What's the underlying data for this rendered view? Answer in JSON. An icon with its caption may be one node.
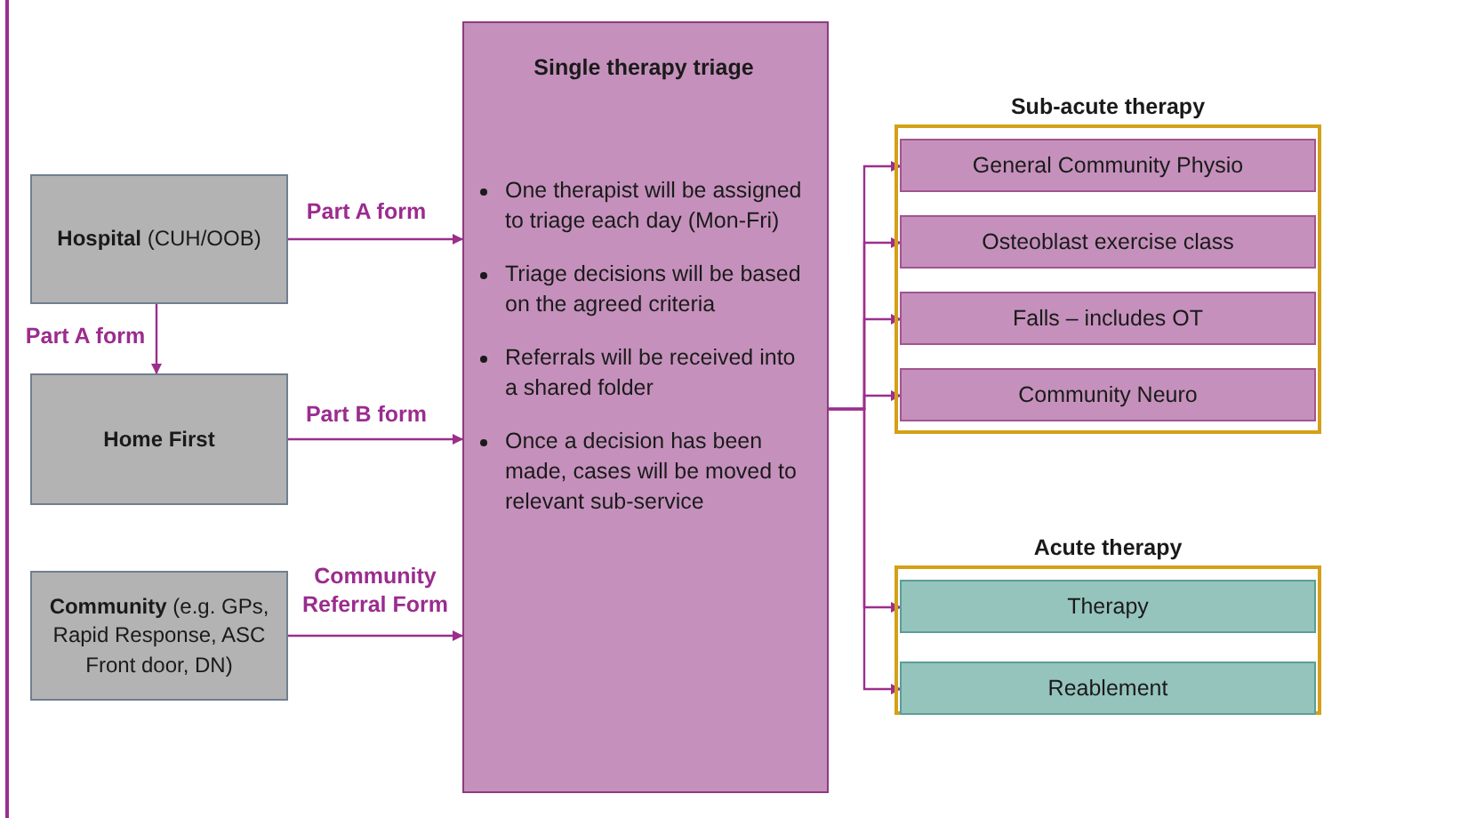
{
  "diagram": {
    "nodes": [
      {
        "text": [
          "**Hospital** (CUH/OOB)"
        ]
      },
      {
        "text": [
          "Home First"
        ]
      },
      {
        "text": [
          "**Community** (e.g. GPs, Rapid Response, ASC Front door, DN)"
        ]
      },
      {
        "text": [
          "Single therapy triage",
          "One therapist will be assigned to triage each day (Mon-Fri)",
          "Triage decisions will be based on the agreed criteria",
          "Referrals will be received into a shared folder",
          "Once a decision has been made, cases will be moved to relevant sub-service"
        ]
      },
      {
        "text": [
          "Sub-acute therapy"
        ]
      },
      {
        "text": [
          "General Community Physio"
        ],
        "in": 4
      },
      {
        "text": [
          "Osteoblast exercise class"
        ],
        "in": 4
      },
      {
        "text": [
          "Falls – includes OT"
        ],
        "in": 4
      },
      {
        "text": [
          "Community Neuro"
        ],
        "in": 4
      },
      {
        "text": [
          "Acute therapy"
        ]
      },
      {
        "text": [
          "Therapy"
        ],
        "in": 9
      },
      {
        "text": [
          "Reablement"
        ],
        "in": 9
      }
    ],
    "edges": [
      {
        "from": 0,
        "to": 3,
        "arrow": "to",
        "label": "Part A form"
      },
      {
        "from": 0,
        "to": 1,
        "arrow": "to",
        "label": "Part A form"
      },
      {
        "from": 1,
        "to": 3,
        "arrow": "to",
        "label": "Part B form"
      },
      {
        "from": 2,
        "to": 3,
        "arrow": "to",
        "label": "Community Referral Form"
      },
      {
        "from": 3,
        "to": 5,
        "arrow": "to"
      },
      {
        "from": 3,
        "to": 6,
        "arrow": "to"
      },
      {
        "from": 3,
        "to": 7,
        "arrow": "to"
      },
      {
        "from": 3,
        "to": 8,
        "arrow": "to"
      },
      {
        "from": 3,
        "to": 10,
        "arrow": "to"
      },
      {
        "from": 3,
        "to": 11,
        "arrow": "to"
      }
    ]
  }
}
